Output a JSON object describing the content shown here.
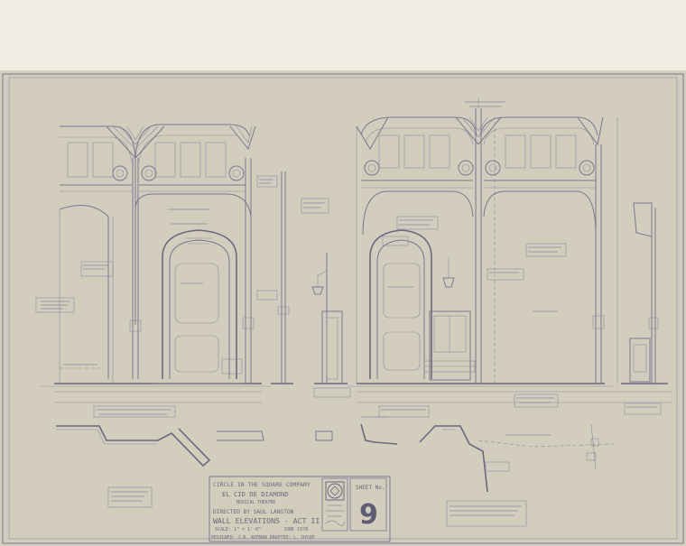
{
  "title_block": {
    "company": "CIRCLE IN THE SQUARE COMPANY",
    "play": "EL CID DE DIAMOND",
    "subtitle": "MUSICAL THEATRE",
    "directed_by": "DIRECTED BY  SAUL LANGTON",
    "sheet_title": "WALL ELEVATIONS - ACT II",
    "scale": "SCALE: 1\" = 1'-0\"",
    "date": "JUNE 1978",
    "designed_drafted": "DESIGNED: J.R. NIEMAN   DRAFTED: L. DYCKE",
    "sheet_label": "SHEET No.",
    "sheet_number": "9"
  },
  "colors": {
    "paper": "#d3cdbd",
    "top_margin": "#f1ede2",
    "ink": "#77748a"
  }
}
